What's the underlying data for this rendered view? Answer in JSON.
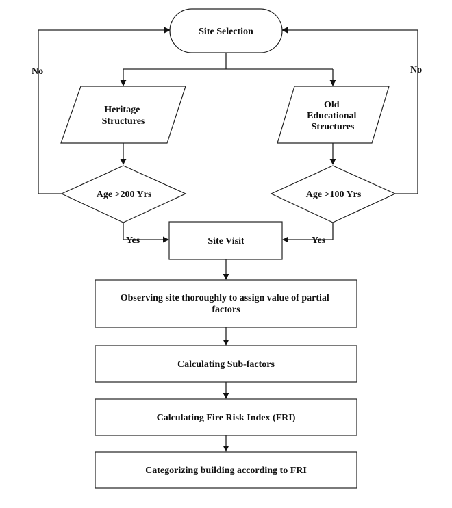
{
  "nodes": {
    "site_selection": [
      "Site Selection"
    ],
    "heritage": [
      "Heritage",
      "Structures"
    ],
    "old_edu": [
      "Old",
      "Educational",
      "Structures"
    ],
    "age_200": [
      "Age >200 Yrs"
    ],
    "age_100": [
      "Age >100 Yrs"
    ],
    "site_visit": [
      "Site Visit"
    ],
    "observing": [
      "Observing site thoroughly to assign value of partial",
      "factors"
    ],
    "sub_factors": [
      "Calculating Sub-factors"
    ],
    "fri": [
      "Calculating Fire Risk Index (FRI)"
    ],
    "categorizing": [
      "Categorizing building according to FRI"
    ]
  },
  "edges": {
    "no_left": "No",
    "no_right": "No",
    "yes_left": "Yes",
    "yes_right": "Yes"
  }
}
